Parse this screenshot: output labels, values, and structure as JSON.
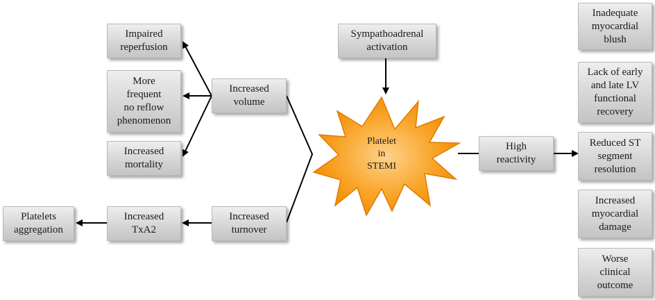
{
  "colors": {
    "box_fill_top": "#eeeeee",
    "box_fill_bottom": "#c4c4c4",
    "star_fill_center": "#ffd28a",
    "star_fill_edge": "#f28a00",
    "connector": "#000000"
  },
  "nodes": {
    "impaired_reperfusion": "Impaired\nreperfusion",
    "more_frequent_no_reflow": "More\nfrequent\nno reflow\nphenomenon",
    "increased_mortality": "Increased\nmortality",
    "increased_volume": "Increased\nvolume",
    "sympathoadrenal_activation": "Sympathoadrenal\nactivation",
    "platelet_in_stemi": "Platelet\nin\nSTEMI",
    "high_reactivity": "High\nreactivity",
    "increased_turnover": "Increased\nturnover",
    "increased_txa2": "Increased\nTxA2",
    "platelets_aggregation": "Platelets\naggregation",
    "inadequate_myocardial_blush": "Inadequate\nmyocardial\nblush",
    "lack_of_lv_recovery": "Lack of early\nand late LV\nfunctional\nrecovery",
    "reduced_st_resolution": "Reduced ST\nsegment\nresolution",
    "increased_myocardial_damage": "Increased\nmyocardial\ndamage",
    "worse_clinical_outcome": "Worse\nclinical\noutcome"
  }
}
